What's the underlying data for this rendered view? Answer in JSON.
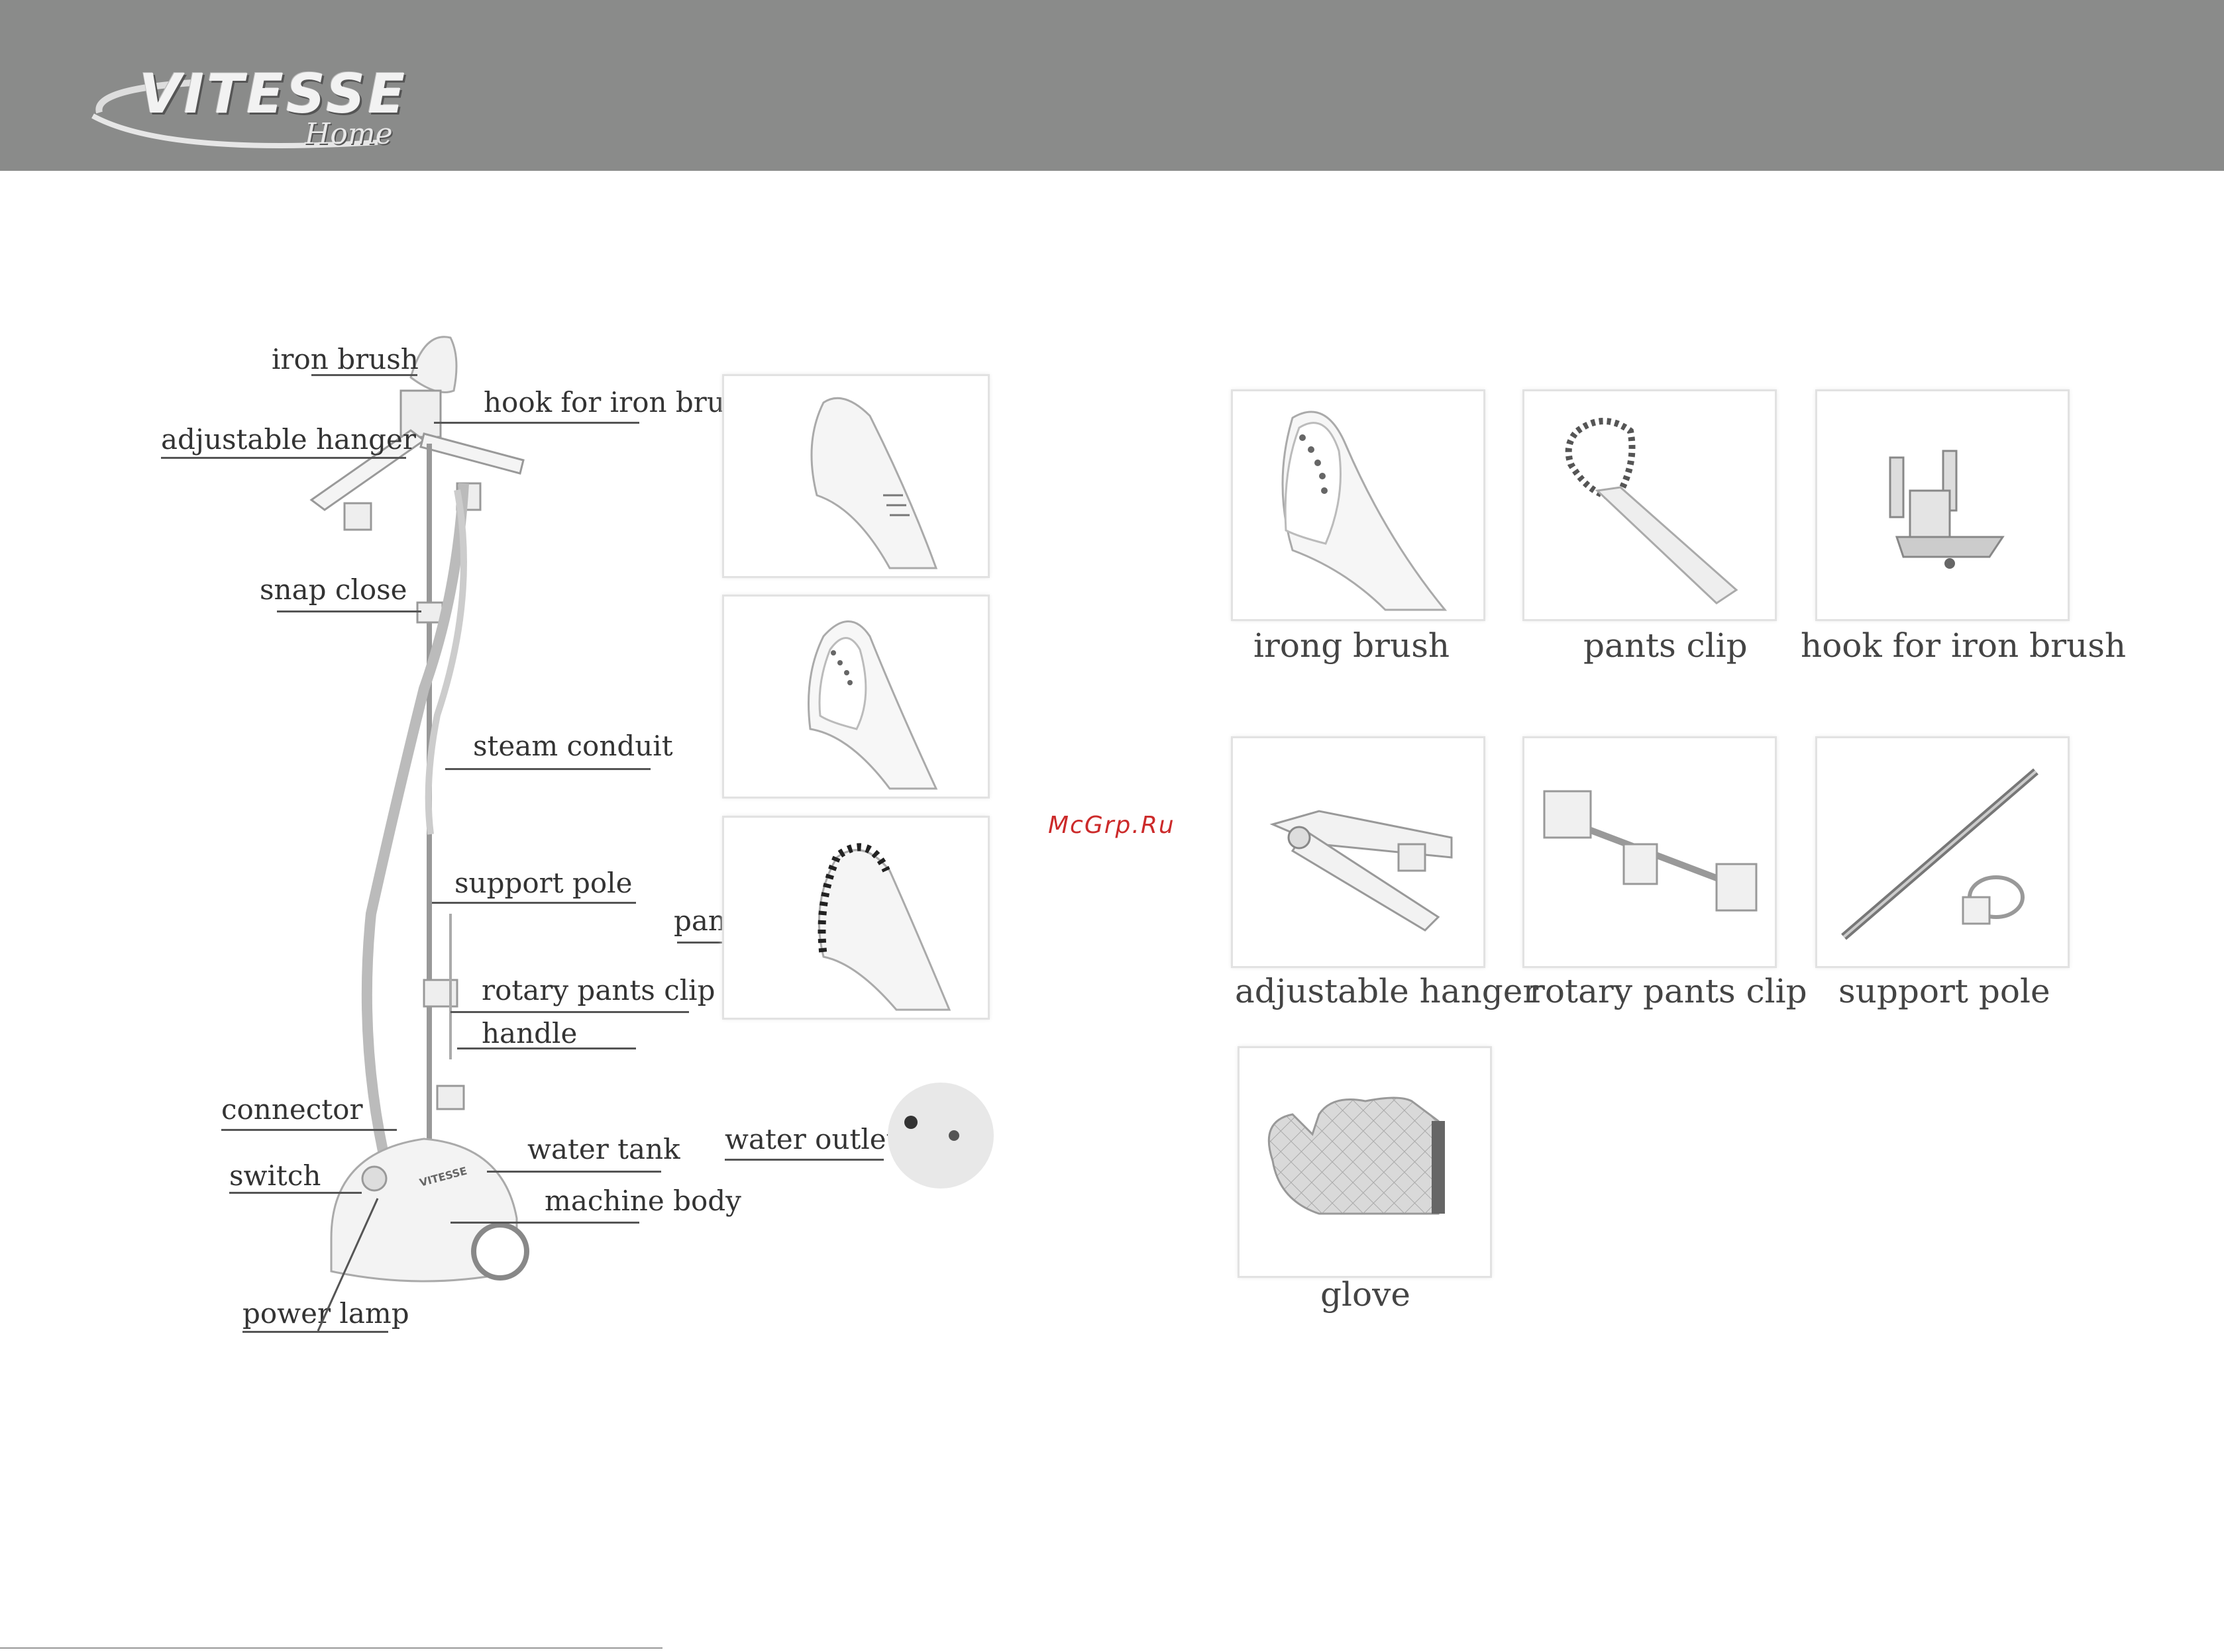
{
  "brand": {
    "name": "VITESSE",
    "sub": "Home"
  },
  "watermark": "McGrp.Ru",
  "diagram": {
    "labels": {
      "iron_brush": "iron brush",
      "hook_for_iron_brush": "hook for iron brush",
      "adjustable_hanger": "adjustable hanger",
      "snap_close": "snap close",
      "steam_conduit": "steam conduit",
      "support_pole": "support pole",
      "pants_clip": "pants clip",
      "rotary_pants_clip": "rotary pants clip",
      "handle": "handle",
      "connector": "connector",
      "water_tank": "water tank",
      "water_outlet": "water outlet",
      "switch": "switch",
      "machine_body": "machine body",
      "power_lamp": "power lamp"
    },
    "body_logo": "VITESSE"
  },
  "accessories": [
    {
      "label": "irong brush",
      "icon": "iron-brush-icon"
    },
    {
      "label": "pants clip",
      "icon": "pants-clip-icon"
    },
    {
      "label": "hook for iron brush",
      "icon": "hook-icon"
    },
    {
      "label": "adjustable hanger",
      "icon": "hanger-icon"
    },
    {
      "label": "rotary pants clip",
      "icon": "rotary-clip-icon"
    },
    {
      "label": "support pole",
      "icon": "pole-icon"
    },
    {
      "label": "glove",
      "icon": "glove-icon"
    }
  ]
}
